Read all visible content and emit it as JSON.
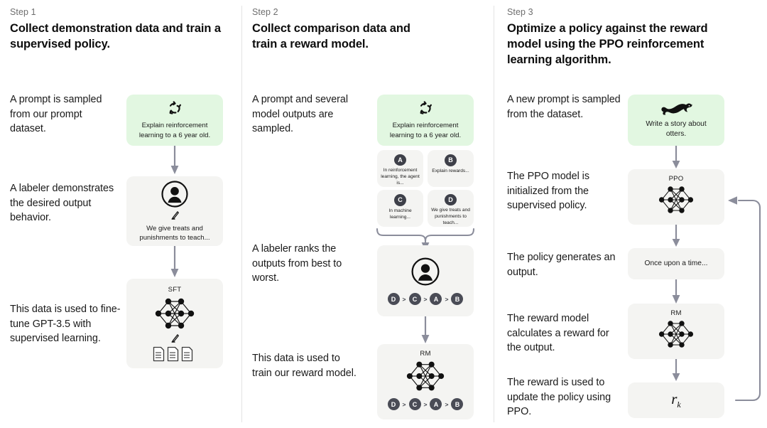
{
  "diagram": {
    "title": "Three step RLHF training diagram",
    "colors": {
      "prompt_card_bg": "#e2f7e1",
      "model_card_bg": "#f4f4f2",
      "badge_bg": "#3e4049",
      "arrow": "#8b8d9b",
      "divider": "#e3e3e3",
      "text": "#1a1a1a",
      "muted_text": "#6e6e6e"
    }
  },
  "steps": [
    {
      "label": "Step 1",
      "title": "Collect demonstration data and train a supervised policy.",
      "captions": [
        "A prompt is sampled from our prompt dataset.",
        "A labeler demonstrates the desired output behavior.",
        "This data is used to fine-tune GPT-3.5 with supervised learning."
      ],
      "cards": {
        "prompt": {
          "icon": "refresh-cycle-icon",
          "text": "Explain reinforcement learning to a 6 year old."
        },
        "labeler": {
          "icon": "person-circle-icon",
          "pencil": "pencil-icon",
          "text": "We give treats and punishments to teach..."
        },
        "sft": {
          "label": "SFT",
          "icon": "neural-network-icon",
          "pencil": "pencil-icon",
          "docs": "documents-icon"
        }
      }
    },
    {
      "label": "Step 2",
      "title": "Collect comparison data and train a reward model.",
      "captions": [
        "A prompt and several model outputs are sampled.",
        "A labeler ranks the outputs from best to worst.",
        "This data is used to train our reward model."
      ],
      "cards": {
        "prompt": {
          "icon": "refresh-cycle-icon",
          "text": "Explain reinforcement learning to a 6 year old."
        },
        "outputs": [
          {
            "badge": "A",
            "text": "In reinforcement learning, the agent is..."
          },
          {
            "badge": "B",
            "text": "Explain rewards..."
          },
          {
            "badge": "C",
            "text": "In machine learning..."
          },
          {
            "badge": "D",
            "text": "We give treats and punishments to teach..."
          }
        ],
        "ranking": {
          "icon": "person-circle-icon",
          "order": [
            "D",
            "C",
            "A",
            "B"
          ],
          "separator": ">"
        },
        "rm": {
          "label": "RM",
          "icon": "neural-network-icon",
          "order": [
            "D",
            "C",
            "A",
            "B"
          ],
          "separator": ">"
        }
      }
    },
    {
      "label": "Step 3",
      "title": "Optimize a policy against the reward model using the PPO reinforcement learning algorithm.",
      "captions": [
        "A new prompt is sampled from the dataset.",
        "The PPO model is initialized from the supervised policy.",
        "The policy generates an output.",
        "The reward model calculates a reward for the output.",
        "The reward is used to update the policy using PPO."
      ],
      "cards": {
        "prompt": {
          "icon": "otter-icon",
          "text": "Write a story about otters."
        },
        "ppo": {
          "label": "PPO",
          "icon": "neural-network-icon"
        },
        "output": {
          "text": "Once upon a time..."
        },
        "rm": {
          "label": "RM",
          "icon": "neural-network-icon"
        },
        "reward": {
          "symbol": "r",
          "subscript": "k"
        }
      }
    }
  ]
}
